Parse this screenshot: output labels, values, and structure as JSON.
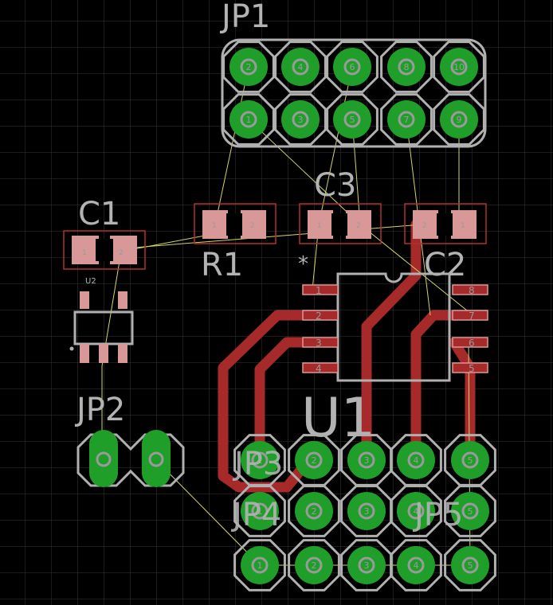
{
  "board": {
    "background": "#000000",
    "grid_color": "#3a3a3a",
    "colors": {
      "silkscreen": "#b0b0b0",
      "top_copper": "#a62a2a",
      "pad_fill": "#1f9f2a",
      "pad_ring": "#9a9a9a",
      "airwire": "#d9d96a",
      "smd_highlight": "#d99898"
    }
  },
  "labels": {
    "jp1": "JP1",
    "jp2": "JP2",
    "jp3": "JP3",
    "jp4": "JP4",
    "jp5": "JP5",
    "c1": "C1",
    "c2": "C2",
    "c3": "C3",
    "r1": "R1",
    "u1": "U1",
    "u2": "U2",
    "u1_pin1_marker": "*"
  },
  "jp1_pin_numbers": [
    "2",
    "4",
    "6",
    "8",
    "10",
    "1",
    "3",
    "5",
    "7",
    "9"
  ],
  "u1_pin_numbers": [
    "1",
    "2",
    "3",
    "4",
    "8",
    "7",
    "6",
    "5"
  ],
  "lower_header_pin_numbers": [
    "1",
    "2",
    "3",
    "4",
    "5"
  ],
  "smd_pad_numbers": [
    "1",
    "2"
  ]
}
